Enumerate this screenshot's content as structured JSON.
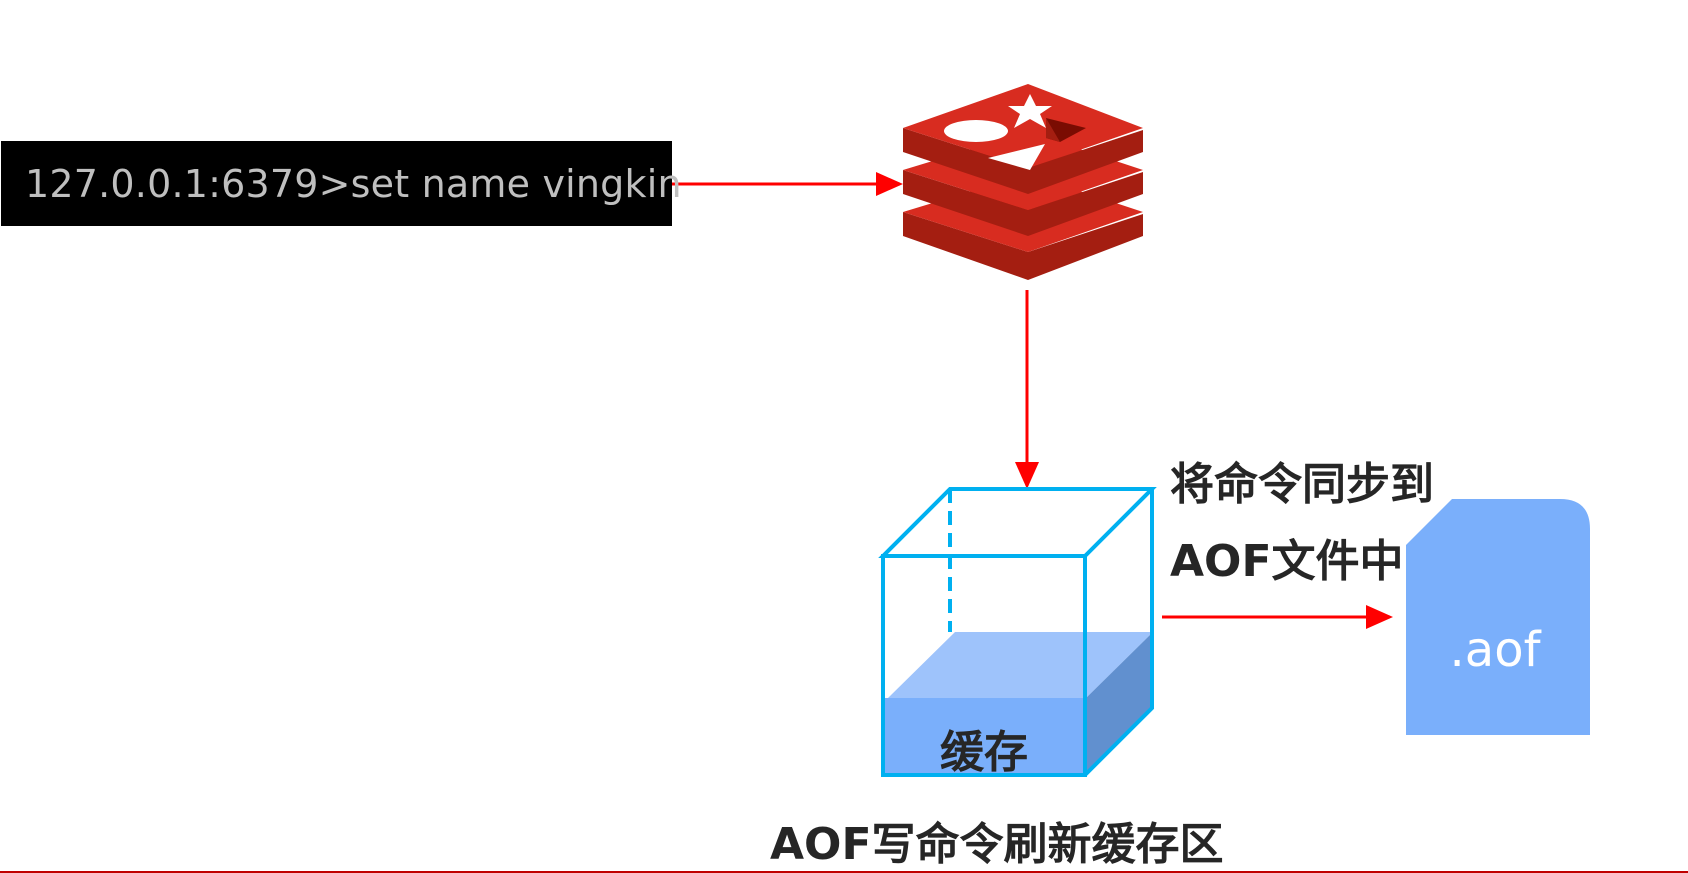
{
  "terminal": {
    "command": "127.0.0.1:6379>set name vingkin",
    "background": "#000000",
    "text_color": "#bfbfbf"
  },
  "redis_logo": {
    "icon": "redis-logo-icon",
    "color": "#d82c20"
  },
  "sync_label": {
    "line1": "将命令同步到",
    "line2": "AOF文件中"
  },
  "buffer": {
    "label": "缓存",
    "icon": "cube-buffer-icon",
    "outline_color": "#00b0f0",
    "fill_color": "#7aaffb"
  },
  "aof_file": {
    "label": ".aof",
    "icon": "file-icon",
    "color": "#7aaffb"
  },
  "caption": "AOF写命令刷新缓存区",
  "arrow_color": "#ff0000"
}
